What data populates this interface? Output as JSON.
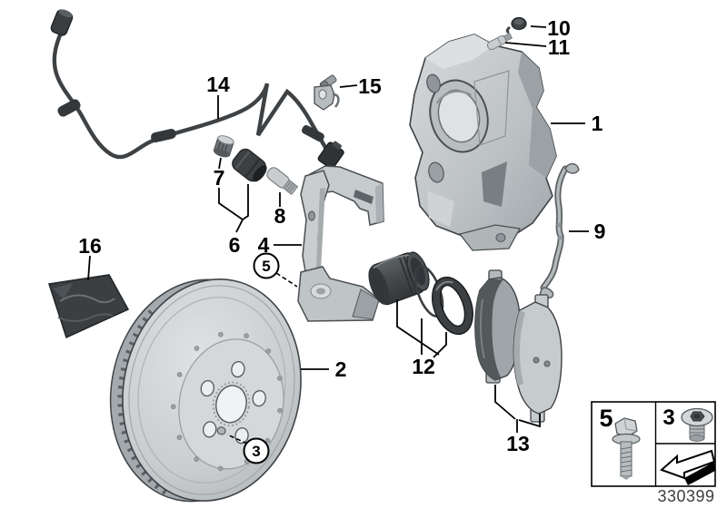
{
  "diagram": {
    "background_color": "#ffffff",
    "line_color": "#000000",
    "drawing_number": "330399",
    "callouts": {
      "n1": "1",
      "n2": "2",
      "n4": "4",
      "n6": "6",
      "n7": "7",
      "n8": "8",
      "n9": "9",
      "n10": "10",
      "n11": "11",
      "n12": "12",
      "n13": "13",
      "n14": "14",
      "n15": "15",
      "n16": "16",
      "c3": "3",
      "c5": "5"
    },
    "legend": {
      "bolt_label": "5",
      "plug_label": "3",
      "arrow_icon": "direction-arrow"
    }
  }
}
